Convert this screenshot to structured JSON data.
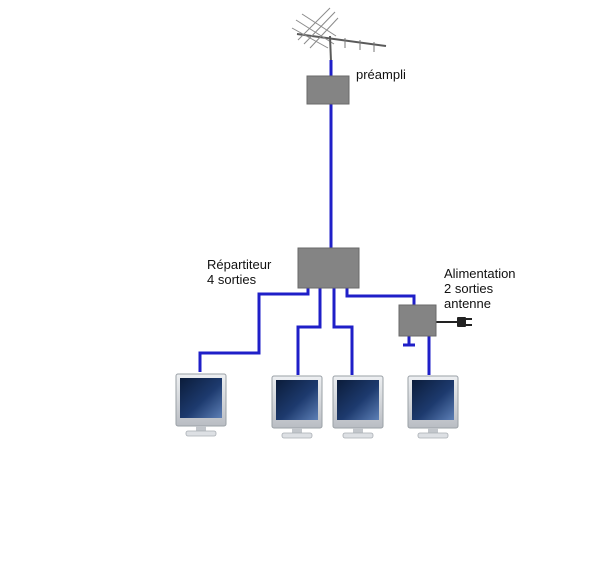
{
  "colors": {
    "cable": "#1f1fc8",
    "box": "#848484",
    "box_stroke": "#6a6a6a",
    "tv_frame": "#d3d6da",
    "tv_screen_dark": "#0b1c3a",
    "tv_screen_light": "#5d7fb6",
    "plug": "#222222"
  },
  "icons": {
    "antenna": "antenna-icon",
    "tv": "tv-icon",
    "plug": "power-plug-icon"
  },
  "labels": {
    "preamp": "préampli",
    "splitter": [
      "Répartiteur",
      "4 sorties"
    ],
    "power": [
      "Alimentation",
      "2 sorties",
      "antenne"
    ]
  },
  "tv_count": 4
}
